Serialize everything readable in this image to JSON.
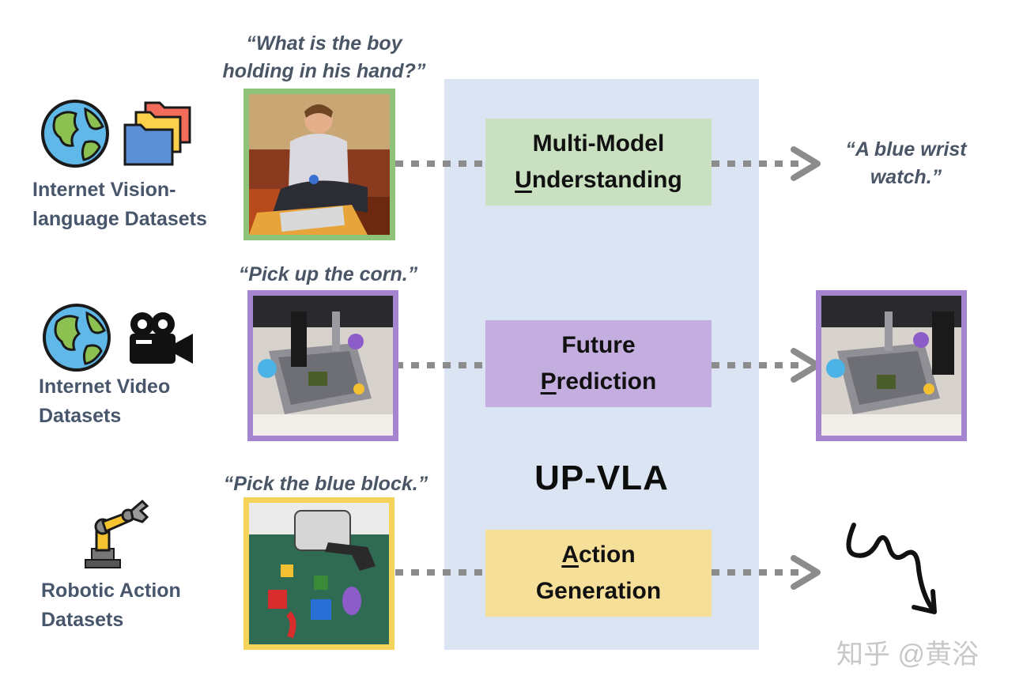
{
  "title": "UP-VLA",
  "rows": [
    {
      "source_label_lines": [
        "Internet Vision-",
        "language Datasets"
      ],
      "prompt_lines": [
        "“What is the boy",
        "holding in his hand?”"
      ],
      "task_first_letter": "U",
      "task_line1": "Multi-Model",
      "task_line2_rest": "nderstanding",
      "output_lines": [
        "“A blue wrist",
        "watch.”"
      ]
    },
    {
      "source_label_lines": [
        "Internet Video",
        "Datasets"
      ],
      "prompt_lines": [
        "“Pick up the corn.”"
      ],
      "task_first_letter": "P",
      "task_line1": "Future",
      "task_line2_rest": "rediction"
    },
    {
      "source_label_lines": [
        "Robotic Action",
        "Datasets"
      ],
      "prompt_lines": [
        "“Pick the blue block.”"
      ],
      "task_first_letter": "A",
      "task_line1_rest": "ction",
      "task_line2": "Generation"
    }
  ],
  "watermark": "知乎 @黄浴",
  "colors": {
    "panel": "#dae4f3",
    "understanding_box": "#c9e1c0",
    "understanding_border": "#8dc47a",
    "prediction_box": "#c4aee0",
    "prediction_border": "#a585cf",
    "action_box": "#f6df98",
    "action_border": "#f3d35a",
    "arrow": "#8c8c8c",
    "label_text": "#47566b"
  },
  "icons": [
    "globe-icon",
    "folders-icon",
    "video-camera-icon",
    "robot-arm-icon",
    "trajectory-squiggle-icon"
  ]
}
